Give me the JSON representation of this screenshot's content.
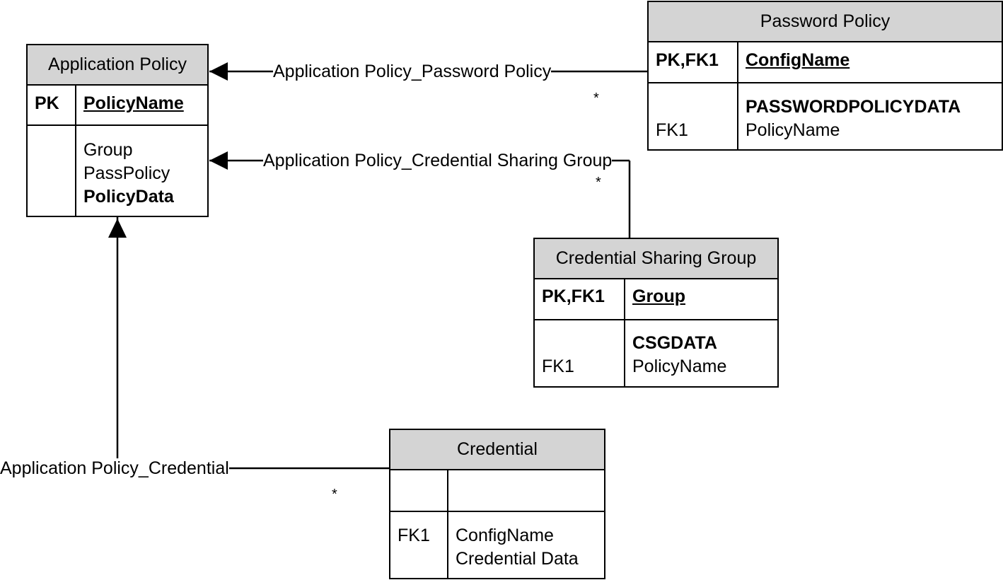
{
  "entities": {
    "application_policy": {
      "title": "Application Policy",
      "key_label": "PK",
      "key_field": "PolicyName",
      "fields": [
        "Group",
        "PassPolicy",
        "PolicyData"
      ]
    },
    "password_policy": {
      "title": "Password Policy",
      "key_label": "PK,FK1",
      "key_field": "ConfigName",
      "fk_label": "FK1",
      "fields": [
        "PASSWORDPOLICYDATA",
        "PolicyName"
      ]
    },
    "credential_sharing_group": {
      "title": "Credential Sharing Group",
      "key_label": "PK,FK1",
      "key_field": "Group",
      "fk_label": "FK1",
      "fields": [
        "CSGDATA",
        "PolicyName"
      ]
    },
    "credential": {
      "title": "Credential",
      "fk_label": "FK1",
      "fields": [
        "ConfigName",
        "Credential Data"
      ]
    }
  },
  "relationships": {
    "password_policy": {
      "label": "Application Policy_Password Policy",
      "multiplicity": "*"
    },
    "credential_sharing_group": {
      "label": "Application Policy_Credential Sharing Group",
      "multiplicity": "*"
    },
    "credential": {
      "label": "Application Policy_Credential",
      "multiplicity": "*"
    }
  }
}
